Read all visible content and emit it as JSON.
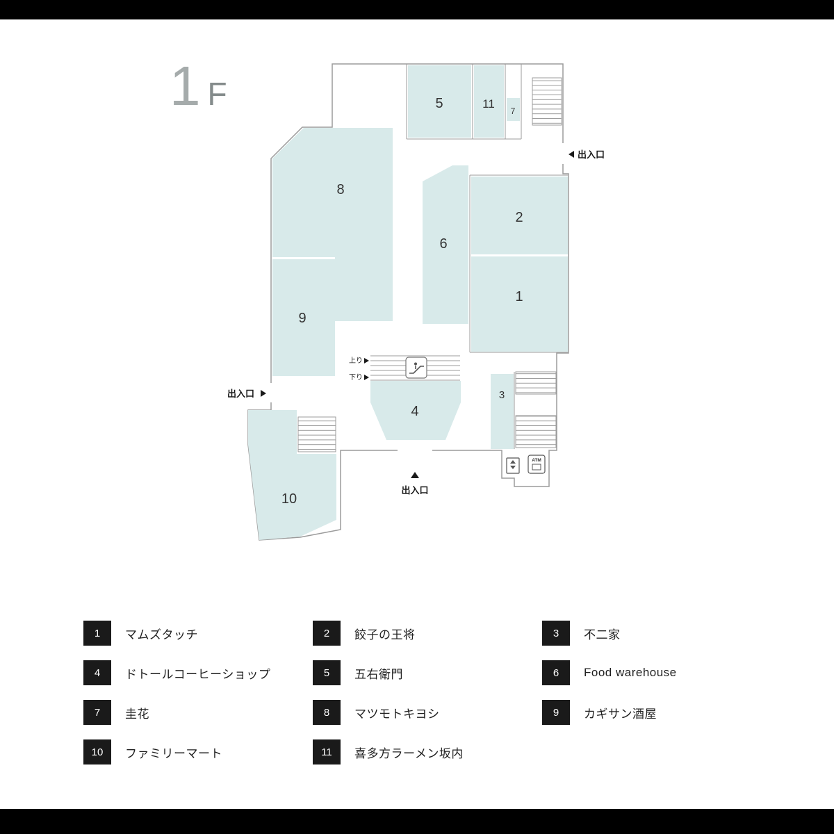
{
  "floor": {
    "number": "1",
    "letter": "F"
  },
  "rooms": [
    {
      "number": "1"
    },
    {
      "number": "2"
    },
    {
      "number": "3"
    },
    {
      "number": "4"
    },
    {
      "number": "5"
    },
    {
      "number": "6"
    },
    {
      "number": "7"
    },
    {
      "number": "8"
    },
    {
      "number": "9"
    },
    {
      "number": "10"
    },
    {
      "number": "11"
    }
  ],
  "exits": {
    "right": "出入口",
    "left": "出入口",
    "bottom": "出入口"
  },
  "escalator": {
    "up": "上り",
    "down": "下り"
  },
  "atm": {
    "label": "ATM"
  },
  "legend": {
    "columns": [
      {
        "items": [
          {
            "number": "1",
            "name": "マムズタッチ"
          },
          {
            "number": "4",
            "name": "ドトールコーヒーショップ"
          },
          {
            "number": "7",
            "name": "圭花"
          },
          {
            "number": "10",
            "name": "ファミリーマート"
          }
        ]
      },
      {
        "items": [
          {
            "number": "2",
            "name": "餃子の王将"
          },
          {
            "number": "5",
            "name": "五右衛門"
          },
          {
            "number": "8",
            "name": "マツモトキヨシ"
          },
          {
            "number": "11",
            "name": "喜多方ラーメン坂内"
          }
        ]
      },
      {
        "items": [
          {
            "number": "3",
            "name": "不二家"
          },
          {
            "number": "6",
            "name": "Food warehouse"
          },
          {
            "number": "9",
            "name": "カギサン酒屋"
          }
        ]
      }
    ]
  },
  "colors": {
    "room_fill": "#d8eaea",
    "wall": "#9b9b9b",
    "text": "#333333",
    "legend_square_bg": "#1a1a1a",
    "legend_box_bg": "#ffffff"
  }
}
